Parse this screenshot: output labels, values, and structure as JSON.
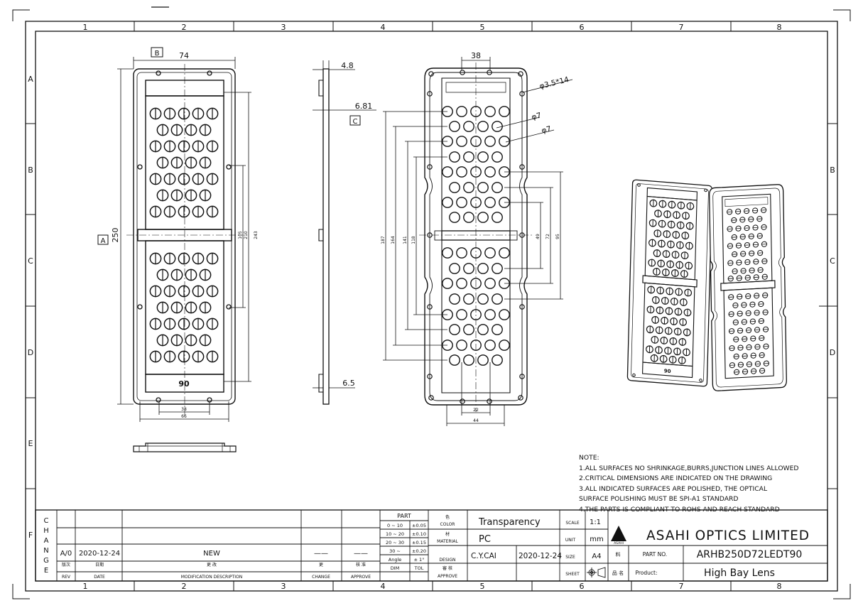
{
  "drawing": {
    "columns": [
      "1",
      "2",
      "3",
      "4",
      "5",
      "6",
      "7",
      "8"
    ],
    "rows": [
      "A",
      "B",
      "C",
      "D",
      "E",
      "F"
    ],
    "section_tags": {
      "b": "B",
      "a": "A",
      "c": "C"
    }
  },
  "front_view": {
    "dims": {
      "width_top": "74",
      "height": "250",
      "bottom_inner": "38",
      "bottom_outer": "66",
      "v1": "105",
      "v2": "210",
      "v3": "243"
    },
    "mark": "90"
  },
  "side_view": {
    "dims": {
      "top": "4.8",
      "mid": "6.81",
      "bottom": "6.5"
    }
  },
  "back_view": {
    "dims": {
      "top": "38",
      "hole": "φ3.5*14",
      "lens1": "φ7",
      "lens2": "φ7",
      "l1": "187",
      "l2": "164",
      "l3": "141",
      "l4": "118",
      "r1": "49",
      "r2": "72",
      "r3": "95",
      "bottom_inner": "22",
      "bottom_outer": "44"
    }
  },
  "iso_views": {
    "mark": "90"
  },
  "notes": {
    "title": "NOTE:",
    "lines": [
      "1.ALL SURFACES NO SHRINKAGE,BURRS,JUNCTION LINES ALLOWED",
      "2.CRITICAL DIMENSIONS ARE INDICATED ON THE DRAWING",
      "3.ALL INDICATED SURFACES ARE POLISHED, THE OPTICAL",
      "SURFACE POLISHING MUST BE SPI-A1 STANDARD",
      "4.THE PARTS IS COMPLIANT TO ROHS AND REACH STANDARD"
    ]
  },
  "title_block": {
    "change_letters": [
      "C",
      "H",
      "A",
      "N",
      "G",
      "E"
    ],
    "revision": {
      "rev": "A/0",
      "date": "2020-12-24",
      "description": "NEW",
      "change": "——",
      "approve": "——"
    },
    "headers": {
      "rev": "REV",
      "date": "DATE",
      "description": "MODIFICATION DESCRIPTION",
      "change": "CHANGE",
      "approve": "APPROVE",
      "rev_cn": "版次",
      "date_cn": "日期",
      "description_cn": "更   改",
      "change_cn": "更",
      "approve_cn": "核 准"
    },
    "tolerance": {
      "title": "PART",
      "rows": [
        [
          "0 ~ 10",
          "±0.05"
        ],
        [
          "10 ~ 20",
          "±0.10"
        ],
        [
          "20 ~ 30",
          "±0.15"
        ],
        [
          "30 ~",
          "±0.20"
        ],
        [
          "Angle",
          "± 1°"
        ]
      ],
      "footer": [
        "DIM",
        "TOL"
      ]
    },
    "labels": {
      "color": "COLOR",
      "color_cn": "色",
      "material": "MATERIAL",
      "material_cn": "材",
      "design": "DESIGN",
      "approve": "APPROVE",
      "approve_cn": "審 核",
      "scale": "SCALE",
      "unit": "UNIT",
      "size": "SIZE",
      "sheet": "SHEET",
      "part_no": "PART NO.",
      "product": "Product:",
      "part_no_cn": "料",
      "product_cn": "品 名"
    },
    "values": {
      "color": "Transparency",
      "material": "PC",
      "designer": "C.Y.CAI",
      "design_date": "2020-12-24",
      "scale": "1:1",
      "unit": "mm",
      "size": "A4",
      "part_no": "ARHB250D72LEDT90",
      "product": "High Bay Lens"
    },
    "company": "ASAHI OPTICS LIMITED",
    "logo_text": "ASAHI"
  }
}
